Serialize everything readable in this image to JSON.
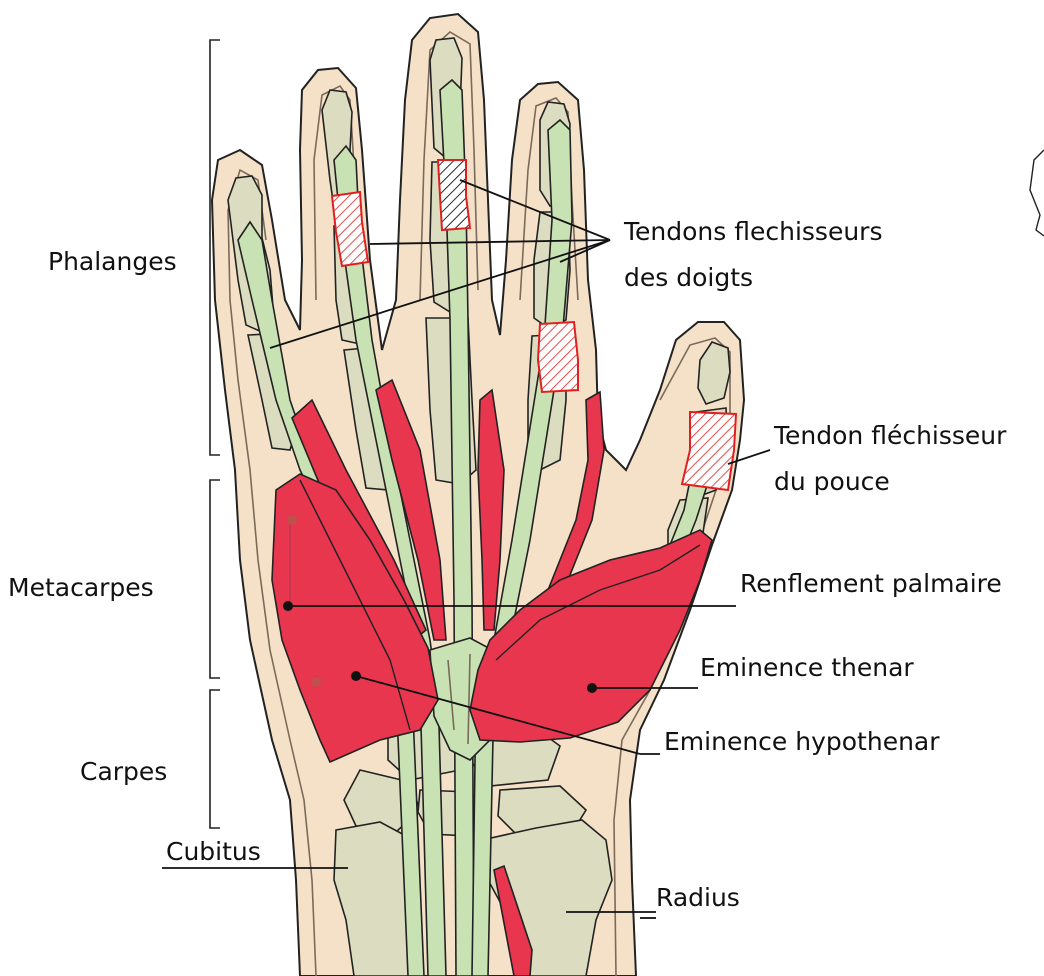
{
  "labels": {
    "phalanges": "Phalanges",
    "metacarpes": "Metacarpes",
    "carpes": "Carpes",
    "tendons_flechisseurs_line1": "Tendons flechisseurs",
    "tendons_flechisseurs_line2": "des doigts",
    "tendon_pouce_line1": "Tendon fléchisseur",
    "tendon_pouce_line2": "du pouce",
    "renflement_palmaire": "Renflement palmaire",
    "eminence_thenar": "Eminence thenar",
    "eminence_hypothenar": "Eminence hypothenar",
    "radius": "Radius",
    "cubitus": "Cubitus"
  },
  "colors": {
    "skin": "#f5e1c8",
    "bone": "#dcdcc0",
    "tendon": "#c9e2b4",
    "muscle": "#e8364f",
    "hatch": "#e02020"
  }
}
